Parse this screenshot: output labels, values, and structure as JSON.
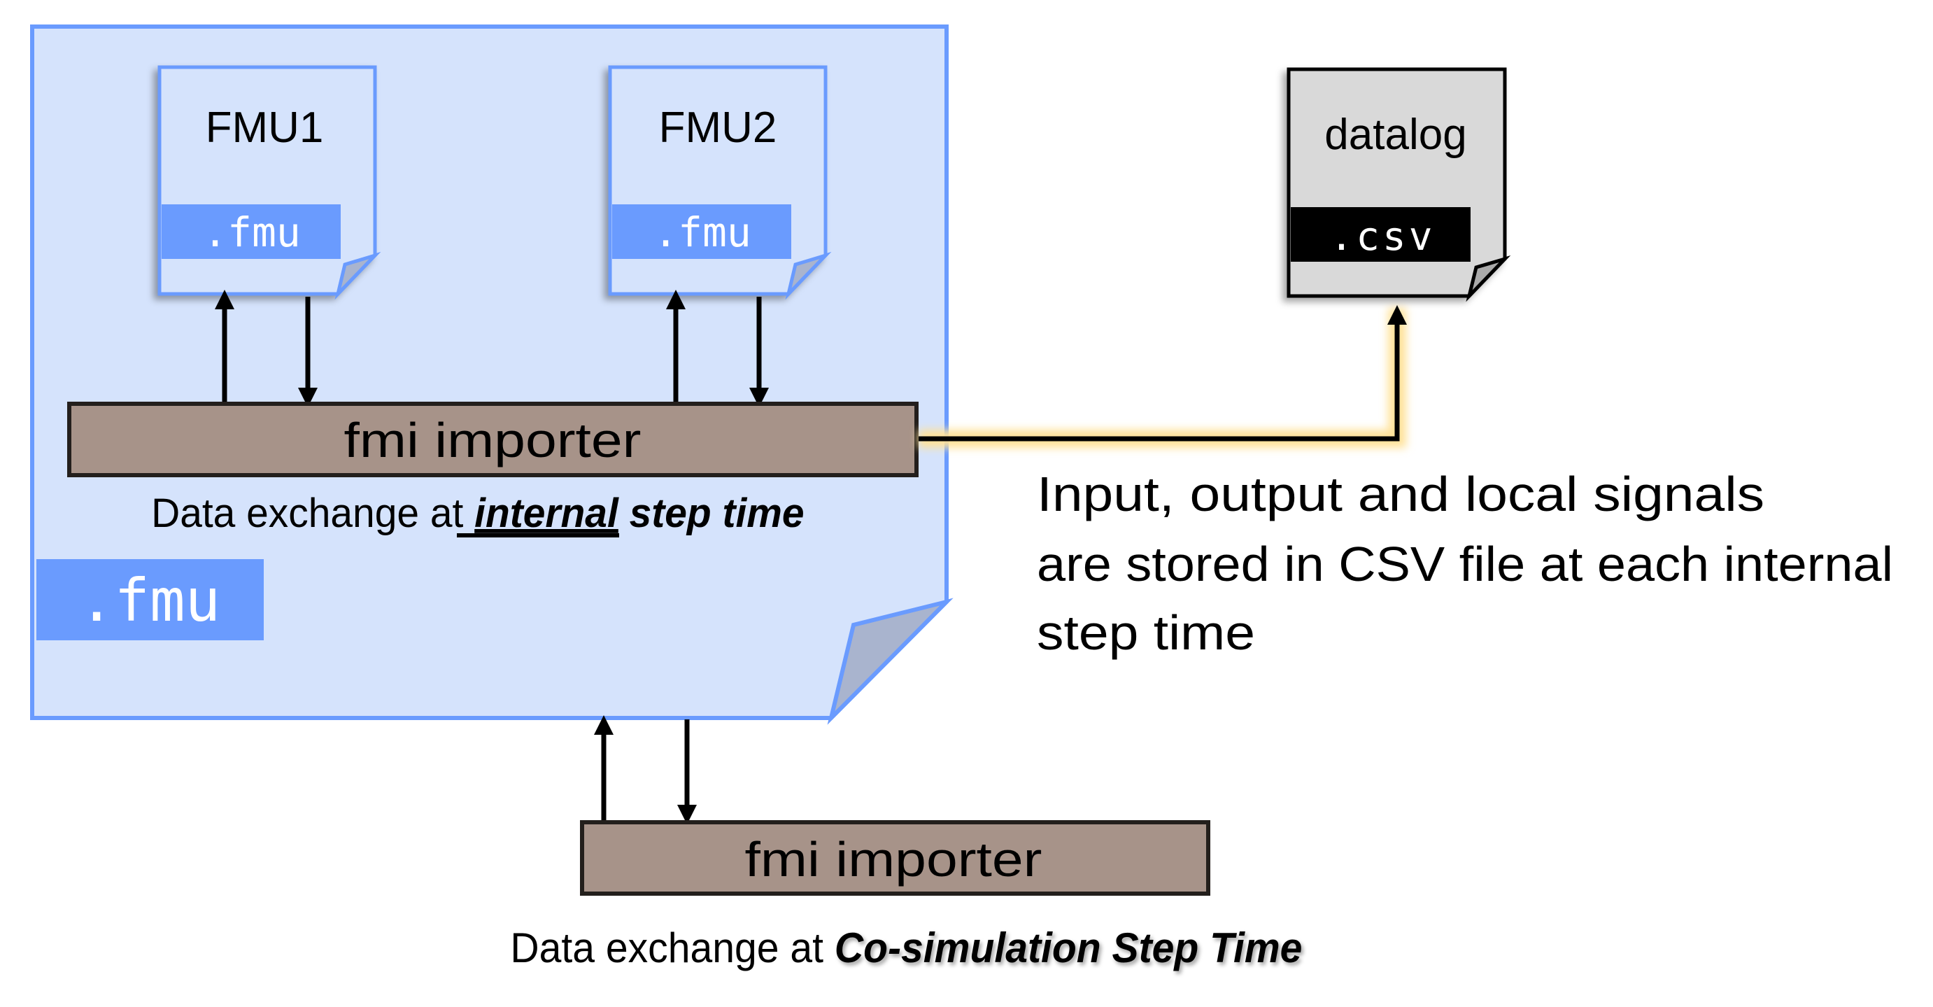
{
  "diagram": {
    "colors": {
      "fmu_page_fill": "#D5E3FC",
      "fmu_border": "#6A9BFE",
      "fmu_badge": "#6A9BFE",
      "fold_fill": "#A9B4CE",
      "importer_fill": "#A79389",
      "importer_border": "#231F1C",
      "datalog_fill": "#D9D9D9",
      "datalog_badge": "#000000",
      "highlight_glow": "#FFE29A",
      "text": "#000000",
      "badge_text": "#FFFFFF"
    },
    "outer_fmu": {
      "badge": ".fmu",
      "inner_importer_label": "fmi importer",
      "caption_prefix": "Data exchange at ",
      "caption_emphasis": "internal",
      "caption_suffix": " step time"
    },
    "fmu1": {
      "title": "FMU1",
      "badge": ".fmu"
    },
    "fmu2": {
      "title": "FMU2",
      "badge": ".fmu"
    },
    "datalog": {
      "title": "datalog",
      "badge": ".csv"
    },
    "note": {
      "lines": [
        "Input, output and local signals",
        "are stored in CSV file at each internal",
        "step time"
      ]
    },
    "outer_importer": {
      "label": "fmi importer",
      "caption_prefix": "Data exchange at ",
      "caption_emphasis": "Co-simulation Step Time"
    }
  }
}
